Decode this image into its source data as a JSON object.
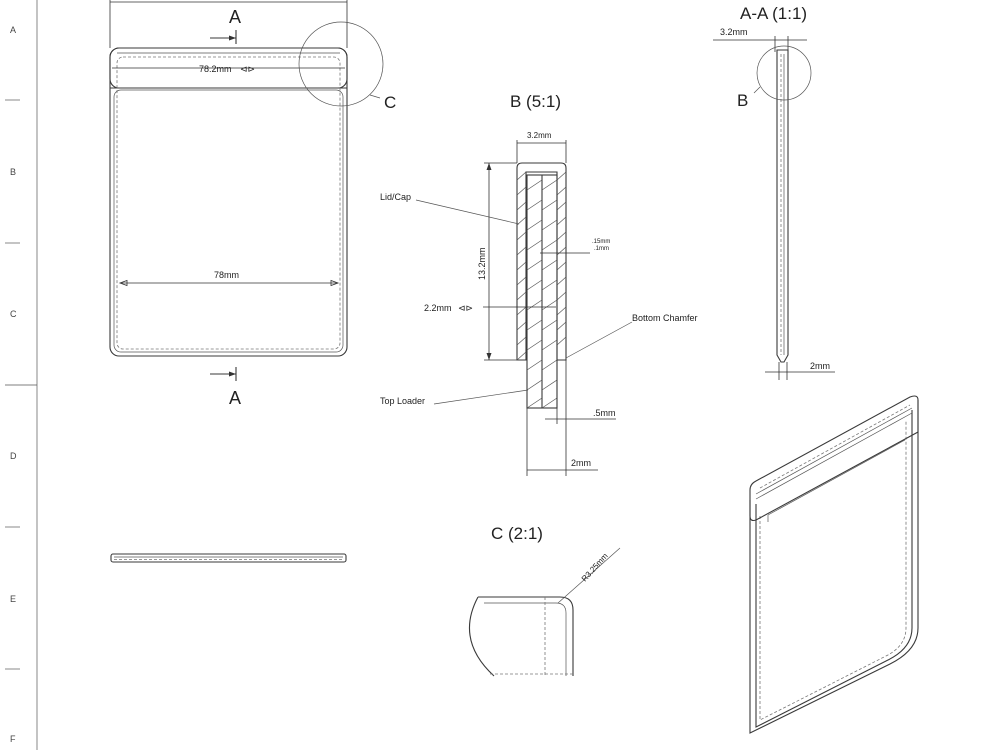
{
  "zones": [
    "A",
    "B",
    "C",
    "D",
    "E",
    "F"
  ],
  "front_view": {
    "section_mark_top": "A",
    "section_mark_bottom": "A",
    "detail_callout": "C",
    "dim_width_outer": "78.2mm",
    "dim_width_inner": "78mm"
  },
  "detail_b": {
    "title": "B (5:1)",
    "dim_thickness": "3.2mm",
    "dim_height": "13.2mm",
    "dim_wall": "2.2mm",
    "dim_gap_a": ".15mm",
    "dim_gap_b": ".1mm",
    "dim_lip": ".5mm",
    "dim_loader": "2mm",
    "label_lid": "Lid/Cap",
    "label_chamfer": "Bottom Chamfer",
    "label_loader": "Top Loader"
  },
  "section_aa": {
    "title": "A-A (1:1)",
    "dim_top": "3.2mm",
    "dim_bottom": "2mm",
    "detail_callout": "B"
  },
  "detail_c": {
    "title": "C (2:1)",
    "dim_radius": "R3.25mm"
  }
}
